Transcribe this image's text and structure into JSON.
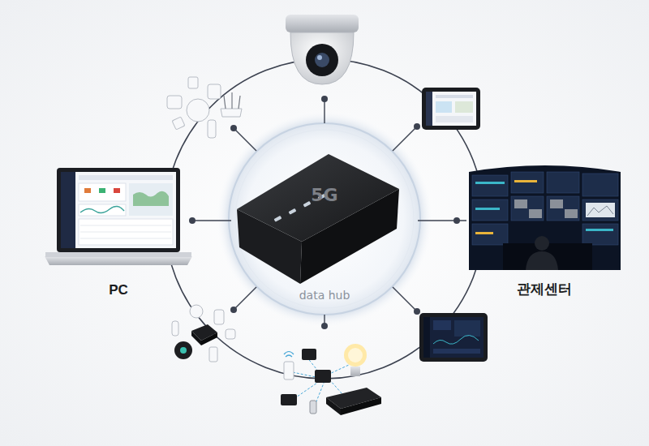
{
  "diagram": {
    "nodes": [
      {
        "text": [
          "5G",
          "data hub"
        ]
      },
      {
        "text": [
          "PC"
        ]
      },
      {
        "text": [
          "관제센터"
        ]
      }
    ],
    "edges": [
      {
        "from": 0,
        "to": 1,
        "arrow": "none"
      },
      {
        "from": 0,
        "to": 2,
        "arrow": "none"
      }
    ]
  }
}
